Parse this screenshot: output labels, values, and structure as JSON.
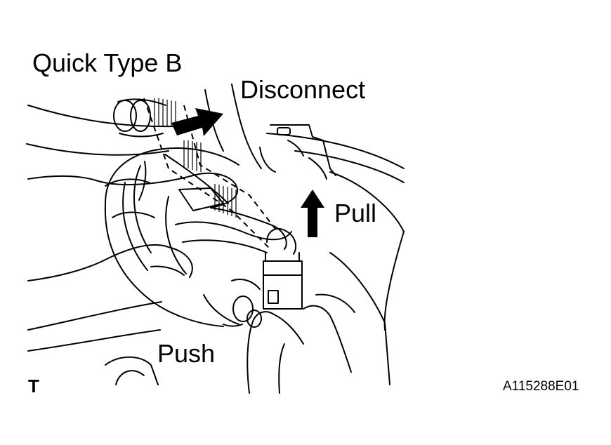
{
  "diagram": {
    "title": "Quick Type B",
    "labels": {
      "disconnect": "Disconnect",
      "pull": "Pull",
      "push": "Push"
    },
    "corner_mark": "T",
    "figure_id": "A115288E01"
  }
}
